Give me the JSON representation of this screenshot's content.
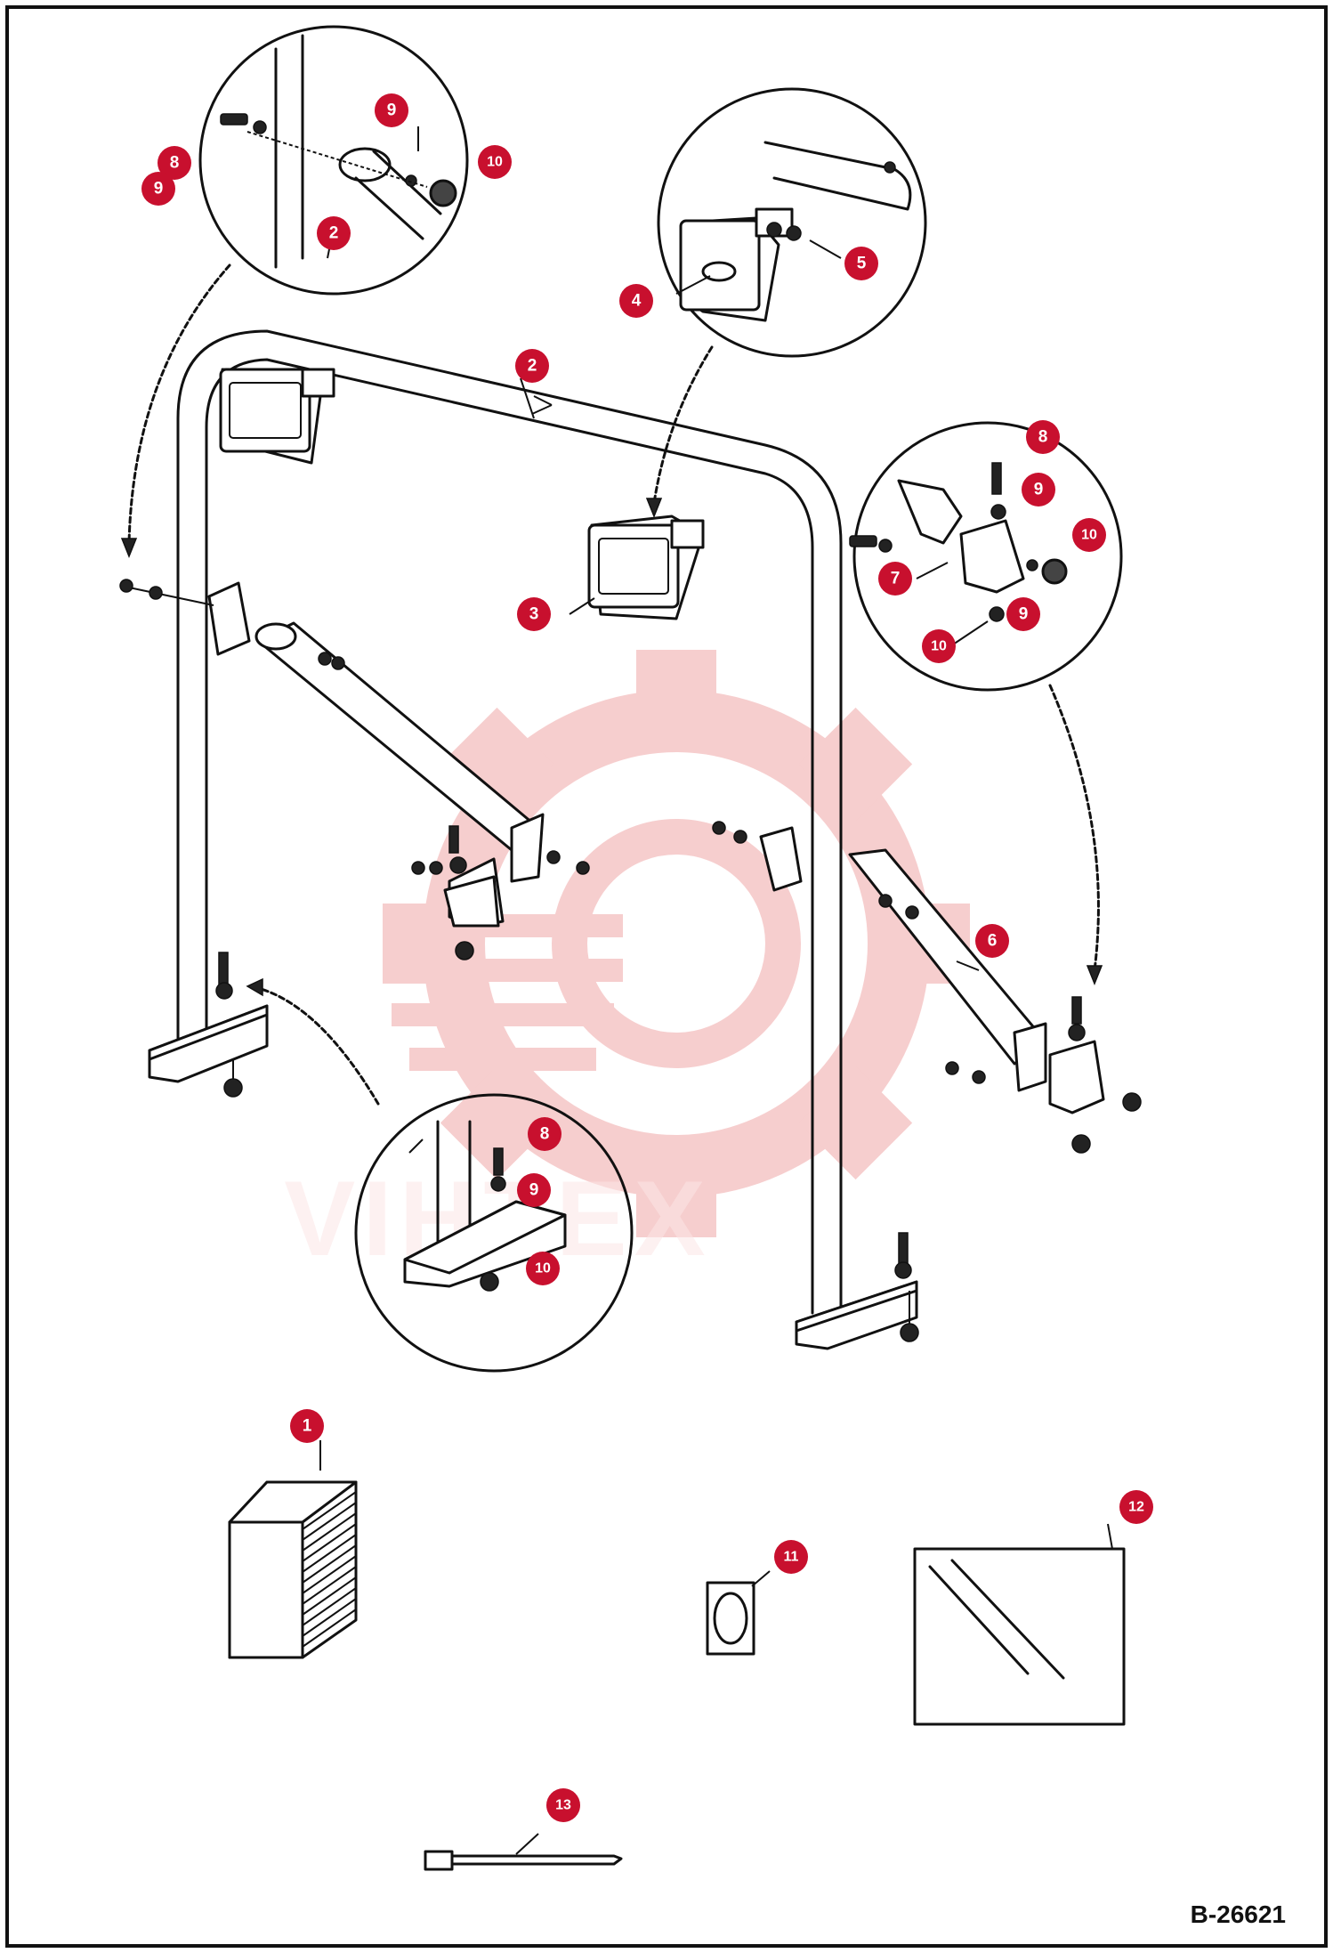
{
  "diagram": {
    "reference_code": "B-26621",
    "watermark_text": "VIHTEX",
    "accent_color": "#c8102e",
    "callouts": [
      {
        "id": "c1",
        "label": "1"
      },
      {
        "id": "c2a",
        "label": "2"
      },
      {
        "id": "c2b",
        "label": "2"
      },
      {
        "id": "c3",
        "label": "3"
      },
      {
        "id": "c4",
        "label": "4"
      },
      {
        "id": "c5",
        "label": "5"
      },
      {
        "id": "c6",
        "label": "6"
      },
      {
        "id": "c7",
        "label": "7"
      },
      {
        "id": "c8a",
        "label": "8"
      },
      {
        "id": "c8b",
        "label": "8"
      },
      {
        "id": "c8c",
        "label": "8"
      },
      {
        "id": "c9a",
        "label": "9"
      },
      {
        "id": "c9b",
        "label": "9"
      },
      {
        "id": "c9c",
        "label": "9"
      },
      {
        "id": "c9d",
        "label": "9"
      },
      {
        "id": "c9e",
        "label": "9"
      },
      {
        "id": "c10a",
        "label": "10"
      },
      {
        "id": "c10b",
        "label": "10"
      },
      {
        "id": "c10c",
        "label": "10"
      },
      {
        "id": "c10d",
        "label": "10"
      },
      {
        "id": "c11",
        "label": "11"
      },
      {
        "id": "c12",
        "label": "12"
      },
      {
        "id": "c13",
        "label": "13"
      }
    ]
  }
}
